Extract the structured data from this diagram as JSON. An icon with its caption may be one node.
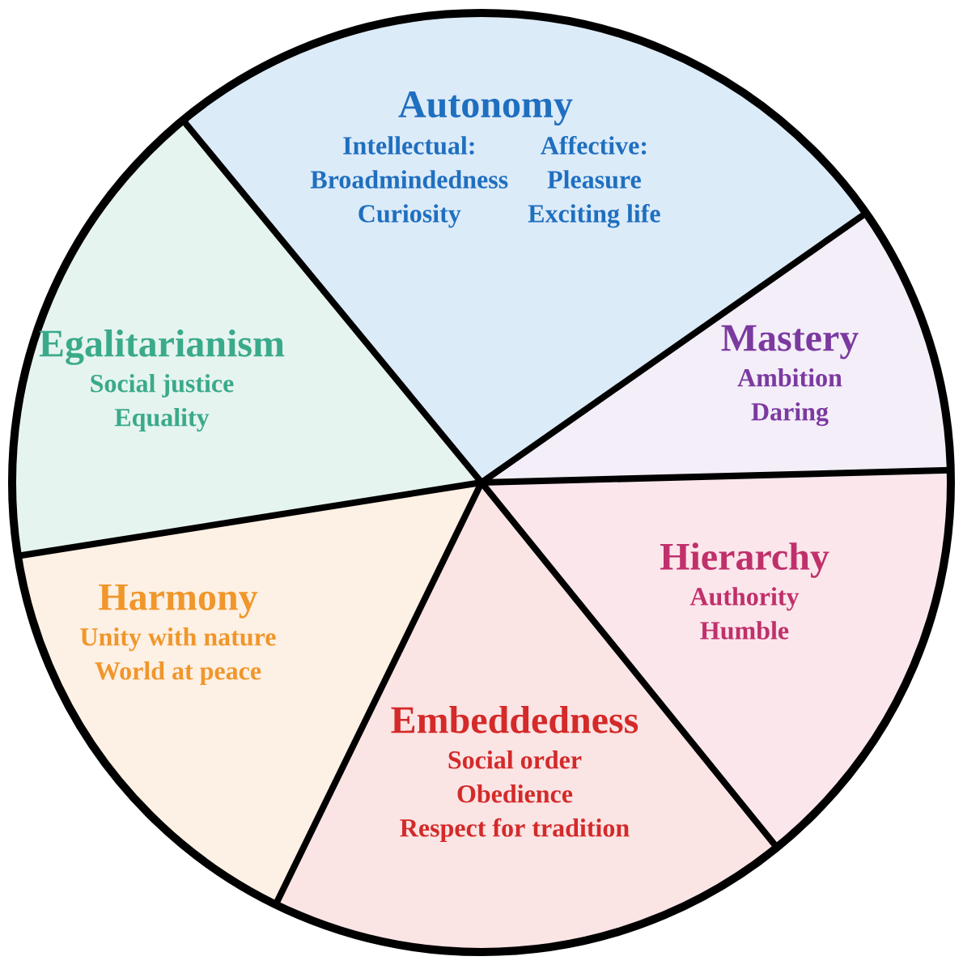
{
  "diagram": {
    "nodes": [
      {
        "text": [
          "Autonomy",
          "Intellectual:",
          "Broadmindedness",
          "Curiosity",
          "Affective:",
          "Pleasure",
          "Exciting life"
        ]
      },
      {
        "text": [
          "Mastery",
          "Ambition",
          "Daring"
        ]
      },
      {
        "text": [
          "Egalitarianism",
          "Social justice",
          "Equality"
        ]
      },
      {
        "text": [
          "Hierarchy",
          "Authority",
          "Humble"
        ]
      },
      {
        "text": [
          "Harmony",
          "Unity with nature",
          "World at peace"
        ]
      },
      {
        "text": [
          "Embeddedness",
          "Social order",
          "Obedience",
          "Respect for tradition"
        ]
      }
    ]
  }
}
